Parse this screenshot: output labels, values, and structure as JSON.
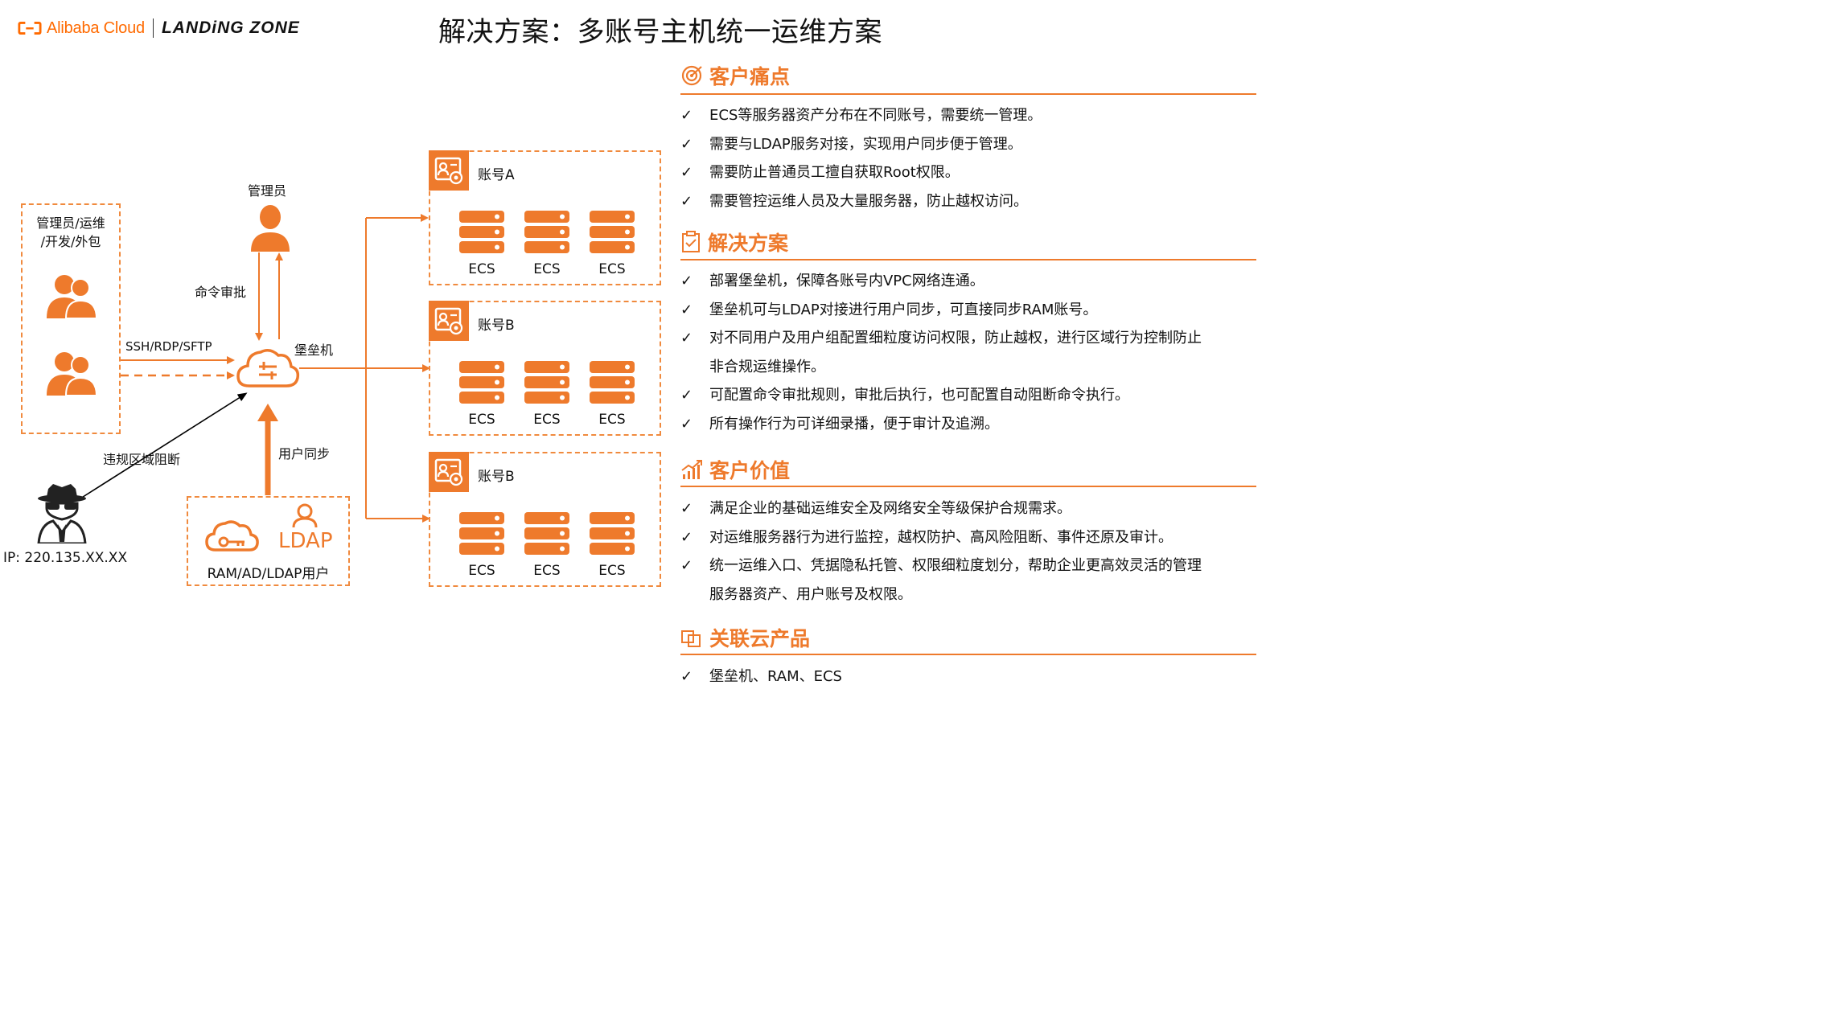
{
  "header": {
    "brand_alibaba": "Alibaba Cloud",
    "brand_landing_zone": "LANDiNG ZONE",
    "title": "解决方案：多账号主机统一运维方案"
  },
  "colors": {
    "accent": "#ee7a2c",
    "dashed_border": "#f08a3e",
    "text": "#111111",
    "threat_arrow": "#000000"
  },
  "diagram": {
    "users_box_label": "管理员/运维\n/开发/外包",
    "admin_label": "管理员",
    "command_approval": "命令审批",
    "protocols": "SSH/RDP/SFTP",
    "bastion_label": "堡垒机",
    "violation_label": "违规区域阻断",
    "attacker_ip": "IP: 220.135.XX.XX",
    "user_sync_label": "用户同步",
    "identity_box_label": "RAM/AD/LDAP用户",
    "ldap_text": "LDAP",
    "accounts": [
      {
        "name": "账号A",
        "servers": [
          "ECS",
          "ECS",
          "ECS"
        ]
      },
      {
        "name": "账号B",
        "servers": [
          "ECS",
          "ECS",
          "ECS"
        ]
      },
      {
        "name": "账号B",
        "servers": [
          "ECS",
          "ECS",
          "ECS"
        ]
      }
    ],
    "icons": {
      "user_group": "users-icon",
      "admin": "user-icon",
      "bastion": "cloud-bastion-icon",
      "attacker": "spy-icon",
      "cloud_key": "cloud-key-icon",
      "ldap": "ldap-user-icon",
      "account": "account-settings-icon",
      "server": "server-icon"
    }
  },
  "panel": {
    "check": "✓",
    "pain_points": {
      "title": "客户痛点",
      "items": [
        "ECS等服务器资产分布在不同账号，需要统一管理。",
        "需要与LDAP服务对接，实现用户同步便于管理。",
        "需要防止普通员工擅自获取Root权限。",
        "需要管控运维人员及大量服务器，防止越权访问。"
      ]
    },
    "solution": {
      "title": "解决方案",
      "items": [
        "部署堡垒机，保障各账号内VPC网络连通。",
        "堡垒机可与LDAP对接进行用户同步，可直接同步RAM账号。",
        "对不同用户及用户组配置细粒度访问权限，防止越权，进行区域行为控制防止",
        "非合规运维操作。",
        "可配置命令审批规则，审批后执行，也可配置自动阻断命令执行。",
        "所有操作行为可详细录播，便于审计及追溯。"
      ]
    },
    "value": {
      "title": "客户价值",
      "items": [
        "满足企业的基础运维安全及网络安全等级保护合规需求。",
        "对运维服务器行为进行监控，越权防护、高风险阻断、事件还原及审计。",
        "统一运维入口、凭据隐私托管、权限细粒度划分，帮助企业更高效灵活的管理",
        "服务器资产、用户账号及权限。"
      ]
    },
    "products": {
      "title": "关联云产品",
      "items": [
        "堡垒机、RAM、ECS"
      ]
    }
  }
}
